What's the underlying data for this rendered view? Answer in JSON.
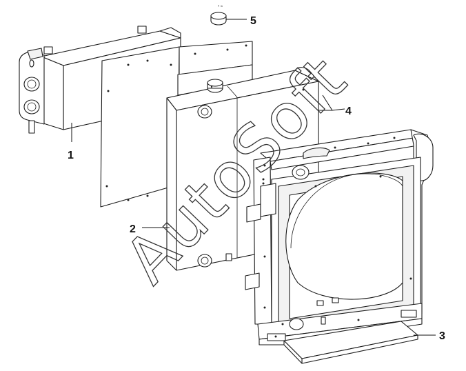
{
  "diagram": {
    "header_mark": "ⁿ ≈",
    "watermark": "AutoSoft",
    "callouts": [
      {
        "id": "1",
        "label": "1"
      },
      {
        "id": "2",
        "label": "2"
      },
      {
        "id": "3",
        "label": "3"
      },
      {
        "id": "4",
        "label": "4"
      },
      {
        "id": "5",
        "label": "5"
      }
    ]
  }
}
